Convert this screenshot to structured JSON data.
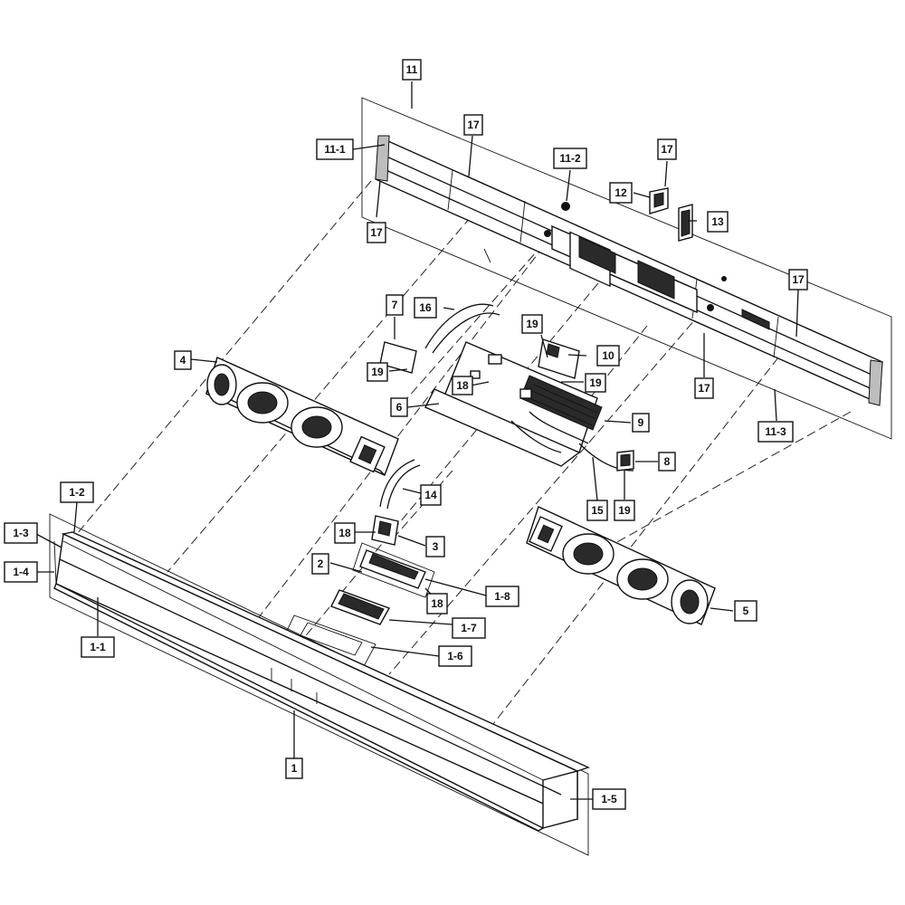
{
  "callouts": [
    "11",
    "11-1",
    "17",
    "11-2",
    "12",
    "17",
    "13",
    "17",
    "16",
    "7",
    "19",
    "10",
    "19",
    "18",
    "19",
    "4",
    "6",
    "9",
    "17",
    "17",
    "11-3",
    "8",
    "19",
    "14",
    "15",
    "1-2",
    "1-3",
    "1-4",
    "18",
    "3",
    "2",
    "1-8",
    "18",
    "1-7",
    "1-6",
    "5",
    "1-1",
    "1",
    "1-5"
  ],
  "colors": {
    "ink": "#111111",
    "paper": "#ffffff",
    "shade": "#2a2a2a"
  }
}
